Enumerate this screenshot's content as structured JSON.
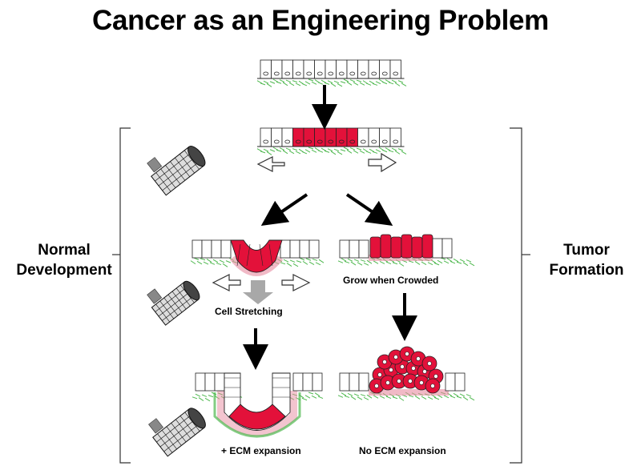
{
  "title": "Cancer as an Engineering Problem",
  "left_label": [
    "Normal",
    "Development"
  ],
  "right_label": [
    "Tumor",
    "Formation"
  ],
  "captions": {
    "cell_stretching": "Cell Stretching",
    "grow_when_crowded": "Grow when Crowded",
    "ecm_expansion": "+ ECM expansion",
    "no_ecm_expansion": "No ECM expansion"
  },
  "colors": {
    "cell_red": "#e3113a",
    "ecm_green": "#4fb84f",
    "ecm_pink": "#e88aa0",
    "arrow": "#000000",
    "grey_arrow": "#a8a8a8"
  }
}
